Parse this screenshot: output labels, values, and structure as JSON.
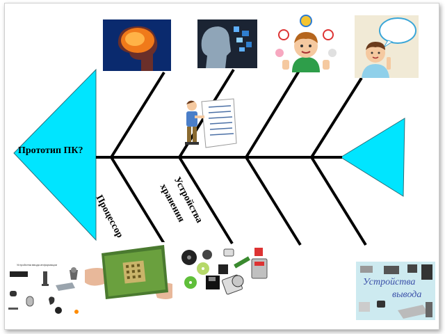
{
  "diagram": {
    "head_label": "Прототип ПК?",
    "bones": {
      "processor": "Процессор",
      "storage_line1": "Устройства",
      "storage_line2": "хранения"
    },
    "output_devices": {
      "line1": "Устройства",
      "line2": "вывода"
    },
    "input_devices_title": "Устройства ввода информации"
  },
  "colors": {
    "fish_head": "#00e5ff",
    "spine": "#000000",
    "brain_bg": "#0a2a6e",
    "brain_glow": "#f07a1a"
  }
}
